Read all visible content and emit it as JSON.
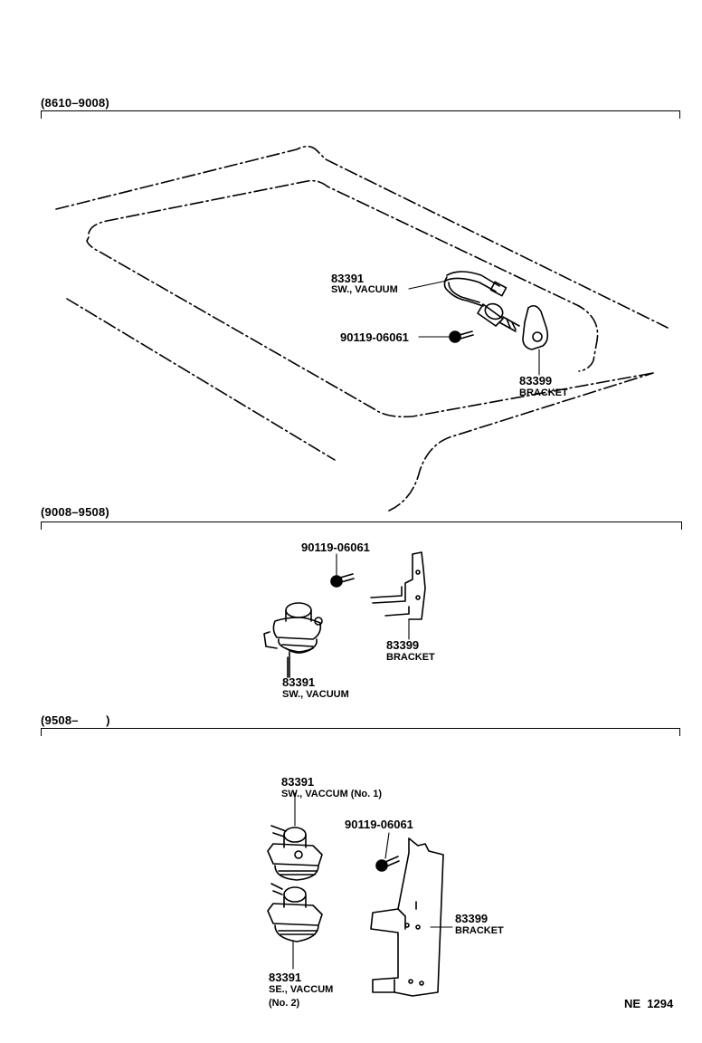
{
  "sections": [
    {
      "range": "(8610–9008)",
      "parts": [
        {
          "number": "83391",
          "name": "SW., VACUUM"
        },
        {
          "number": "90119-06061",
          "name": ""
        },
        {
          "number": "83399",
          "name": "BRACKET"
        }
      ]
    },
    {
      "range": "(9008–9508)",
      "parts": [
        {
          "number": "90119-06061",
          "name": ""
        },
        {
          "number": "83399",
          "name": "BRACKET"
        },
        {
          "number": "83391",
          "name": "SW., VACUUM"
        }
      ]
    },
    {
      "range": "(9508–        )",
      "parts": [
        {
          "number": "83391",
          "name": "SW., VACCUM (No. 1)"
        },
        {
          "number": "90119-06061",
          "name": ""
        },
        {
          "number": "83399",
          "name": "BRACKET"
        },
        {
          "number": "83391",
          "name": "SE., VACCUM"
        },
        {
          "number": "",
          "name": "(No. 2)"
        }
      ]
    }
  ],
  "footer": {
    "code": "NE  1294"
  }
}
